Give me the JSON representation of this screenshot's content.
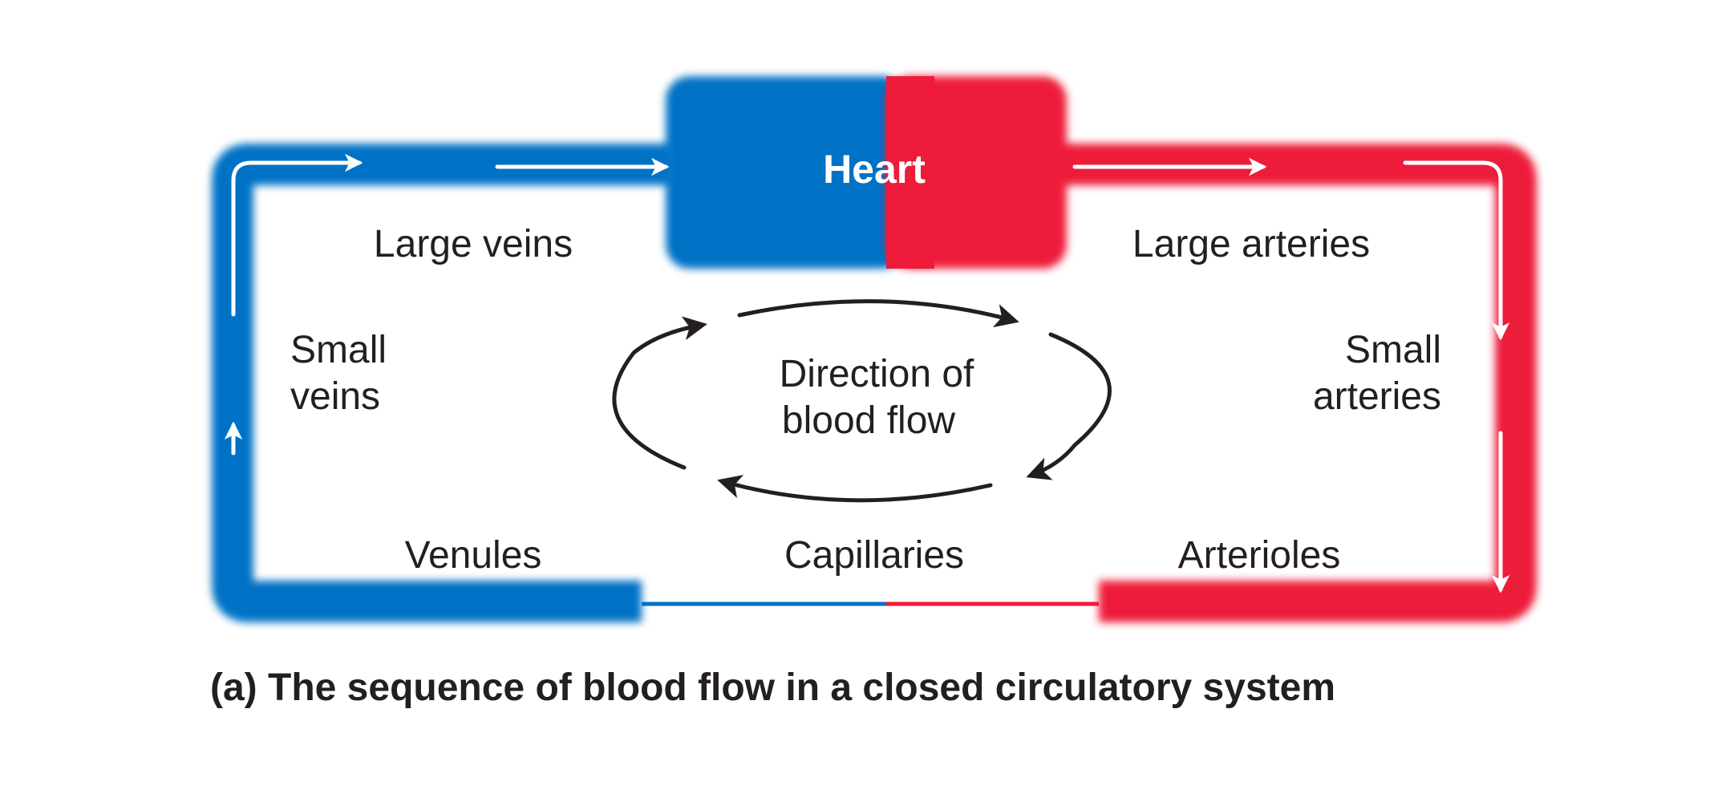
{
  "labels": {
    "heart": "Heart",
    "large_veins": "Large veins",
    "large_arteries": "Large arteries",
    "small_veins_line1": "Small",
    "small_veins_line2": "veins",
    "small_arteries_line1": "Small",
    "small_arteries_line2": "arteries",
    "center_line1": "Direction of",
    "center_line2": "blood flow",
    "venules": "Venules",
    "capillaries": "Capillaries",
    "arterioles": "Arterioles"
  },
  "caption": "(a) The sequence of blood flow in a closed circulatory system",
  "colors": {
    "venous": "#0072c6",
    "arterial": "#ee1b3a",
    "arrow_white": "#ffffff",
    "cycle_arrow": "#231f20"
  }
}
